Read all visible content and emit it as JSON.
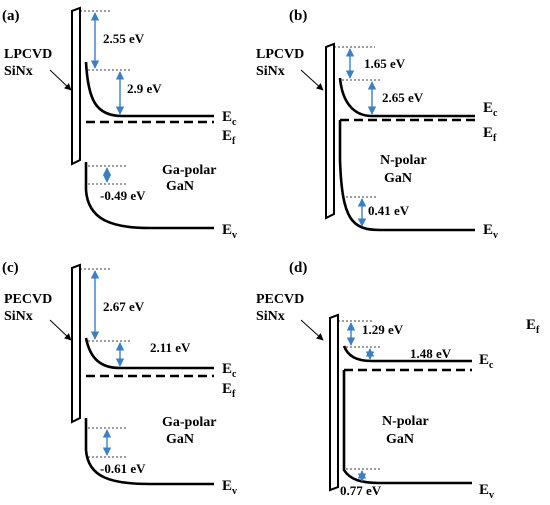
{
  "panels": {
    "a": {
      "tag": "(a)",
      "dielectric_line1": "LPCVD",
      "dielectric_line2": "SiNx",
      "barrier": "2.55 eV",
      "conduction_bend": "2.9 eV",
      "valence_bend": "-0.49 eV",
      "material_line1": "Ga-polar",
      "material_line2": "GaN",
      "ec_main": "E",
      "ec_sub": "c",
      "ef_main": "E",
      "ef_sub": "f",
      "ev_main": "E",
      "ev_sub": "v"
    },
    "b": {
      "tag": "(b)",
      "dielectric_line1": "LPCVD",
      "dielectric_line2": "SiNx",
      "barrier": "1.65 eV",
      "conduction_bend": "2.65 eV",
      "valence_bend": "0.41 eV",
      "material_line1": "N-polar",
      "material_line2": "GaN",
      "ec_main": "E",
      "ec_sub": "c",
      "ef_main": "E",
      "ef_sub": "f",
      "ev_main": "E",
      "ev_sub": "v"
    },
    "c": {
      "tag": "(c)",
      "dielectric_line1": "PECVD",
      "dielectric_line2": "SiNx",
      "barrier": "2.67 eV",
      "conduction_bend": "2.11 eV",
      "valence_bend": "-0.61 eV",
      "material_line1": "Ga-polar",
      "material_line2": "GaN",
      "ec_main": "E",
      "ec_sub": "c",
      "ef_main": "E",
      "ef_sub": "f",
      "ev_main": "E",
      "ev_sub": "v"
    },
    "d": {
      "tag": "(d)",
      "dielectric_line1": "PECVD",
      "dielectric_line2": "SiNx",
      "barrier": "1.29 eV",
      "conduction_bend": "1.48 eV",
      "valence_bend": "0.77 eV",
      "material_line1": "N-polar",
      "material_line2": "GaN",
      "ec_main": "E",
      "ec_sub": "c",
      "ef_main": "E",
      "ef_sub": "f",
      "ev_main": "E",
      "ev_sub": "v"
    }
  },
  "colors": {
    "lines": "#000000",
    "dimension_arrows": "#3b7fc4"
  }
}
